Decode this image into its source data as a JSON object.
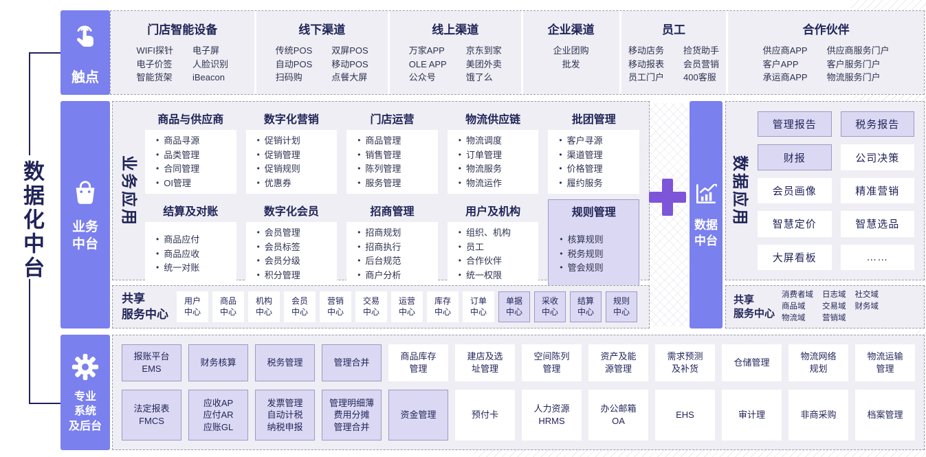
{
  "page": {
    "title": "数据化中台"
  },
  "colors": {
    "band_purple": "#7A80EE",
    "plus_purple": "#7C55D8",
    "highlight_fill": "#DBD8F3",
    "highlight_border": "#9D99C6",
    "panel_bg": "#EEEEF4",
    "navy_text": "#1F2357"
  },
  "touchpoints": {
    "label": "触点",
    "groups": [
      {
        "title": "门店智能设备",
        "cols": [
          [
            "WIFI探针",
            "电子价签",
            "智能货架"
          ],
          [
            "电子屏",
            "人脸识别",
            "iBeacon"
          ]
        ]
      },
      {
        "title": "线下渠道",
        "cols": [
          [
            "传统POS",
            "自动POS",
            "扫码购"
          ],
          [
            "双屏POS",
            "移动POS",
            "点餐大屏"
          ]
        ]
      },
      {
        "title": "线上渠道",
        "cols": [
          [
            "万家APP",
            "OLE APP",
            "公众号"
          ],
          [
            "京东到家",
            "美团外卖",
            "饿了么"
          ]
        ]
      },
      {
        "title": "企业渠道",
        "cols": [
          [
            "企业团购",
            "批发"
          ]
        ]
      },
      {
        "title": "员工",
        "cols": [
          [
            "移动店务",
            "移动报表",
            "员工门户"
          ],
          [
            "捡货助手",
            "会员营销",
            "400客服"
          ]
        ]
      },
      {
        "title": "合作伙伴",
        "cols": [
          [
            "供应商APP",
            "客户APP",
            "承运商APP"
          ],
          [
            "供应商服务门户",
            "客户服务门户",
            "物流服务门户"
          ]
        ]
      }
    ]
  },
  "business": {
    "label_lines": [
      "业务",
      "中台"
    ],
    "apps_label": "业务应用",
    "groups": [
      {
        "title": "商品与供应商",
        "items": [
          "商品寻源",
          "品类管理",
          "合同管理",
          "OI管理"
        ],
        "highlighted": false
      },
      {
        "title": "数字化营销",
        "items": [
          "促销计划",
          "促销管理",
          "促销规则",
          "优惠券"
        ],
        "highlighted": false
      },
      {
        "title": "门店运营",
        "items": [
          "商品管理",
          "销售管理",
          "陈列管理",
          "服务管理"
        ],
        "highlighted": false
      },
      {
        "title": "物流供应链",
        "items": [
          "物流调度",
          "订单管理",
          "物流服务",
          "物流运作"
        ],
        "highlighted": false
      },
      {
        "title": "批团管理",
        "items": [
          "客户寻源",
          "渠道管理",
          "价格管理",
          "履约服务"
        ],
        "highlighted": false
      },
      {
        "title": "结算及对账",
        "items": [
          "商品应付",
          "商品应收",
          "统一对账"
        ],
        "highlighted": false
      },
      {
        "title": "数字化会员",
        "items": [
          "会员管理",
          "会员标签",
          "会员分级",
          "积分管理"
        ],
        "highlighted": false
      },
      {
        "title": "招商管理",
        "items": [
          "招商规划",
          "招商执行",
          "后台规范",
          "商户分析"
        ],
        "highlighted": false
      },
      {
        "title": "用户及机构",
        "items": [
          "组织、机构",
          "员工",
          "合作伙伴",
          "统一权限"
        ],
        "highlighted": false
      },
      {
        "title": "规则管理",
        "items": [
          "核算规则",
          "税务规则",
          "管会规则"
        ],
        "highlighted": true
      }
    ],
    "shared": {
      "label_lines": [
        "共享",
        "服务中心"
      ],
      "centers": [
        {
          "name": "用户中心",
          "highlighted": false
        },
        {
          "name": "商品中心",
          "highlighted": false
        },
        {
          "name": "机构中心",
          "highlighted": false
        },
        {
          "name": "会员中心",
          "highlighted": false
        },
        {
          "name": "营销中心",
          "highlighted": false
        },
        {
          "name": "交易中心",
          "highlighted": false
        },
        {
          "name": "运营中心",
          "highlighted": false
        },
        {
          "name": "库存中心",
          "highlighted": false
        },
        {
          "name": "订单中心",
          "highlighted": false
        },
        {
          "name": "单据中心",
          "highlighted": true
        },
        {
          "name": "采收中心",
          "highlighted": true
        },
        {
          "name": "结算中心",
          "highlighted": true
        },
        {
          "name": "规则中心",
          "highlighted": true
        }
      ]
    }
  },
  "connector": {
    "plus": "+"
  },
  "data_platform": {
    "label_lines": [
      "数据",
      "中台"
    ],
    "apps_label": "数据应用",
    "cells": [
      {
        "label": "管理报告",
        "highlighted": true
      },
      {
        "label": "税务报告",
        "highlighted": true
      },
      {
        "label": "财报",
        "highlighted": true
      },
      {
        "label": "公司决策",
        "highlighted": false
      },
      {
        "label": "会员画像",
        "highlighted": false
      },
      {
        "label": "精准营销",
        "highlighted": false
      },
      {
        "label": "智慧定价",
        "highlighted": false
      },
      {
        "label": "智慧选品",
        "highlighted": false
      },
      {
        "label": "大屏看板",
        "highlighted": false
      },
      {
        "label": "……",
        "highlighted": false
      }
    ],
    "shared": {
      "label_lines": [
        "共享",
        "服务中心"
      ],
      "domain_columns": [
        [
          "消费者域",
          "商品域",
          "物流域"
        ],
        [
          "日志域",
          "交易域",
          "营销域"
        ],
        [
          "社交域",
          "财务域"
        ]
      ]
    }
  },
  "backend": {
    "label_lines": [
      "专业",
      "系统",
      "及后台"
    ],
    "rows": [
      [
        {
          "lines": [
            "报账平台",
            "EMS"
          ],
          "highlighted": true
        },
        {
          "lines": [
            "财务核算"
          ],
          "highlighted": true
        },
        {
          "lines": [
            "税务管理"
          ],
          "highlighted": true
        },
        {
          "lines": [
            "管理合并"
          ],
          "highlighted": true
        },
        {
          "lines": [
            "商品库存",
            "管理"
          ],
          "highlighted": false
        },
        {
          "lines": [
            "建店及选",
            "址管理"
          ],
          "highlighted": false
        },
        {
          "lines": [
            "空间陈列",
            "管理"
          ],
          "highlighted": false
        },
        {
          "lines": [
            "资产及能",
            "源管理"
          ],
          "highlighted": false
        },
        {
          "lines": [
            "需求预测",
            "及补货"
          ],
          "highlighted": false
        },
        {
          "lines": [
            "仓储管理"
          ],
          "highlighted": false
        },
        {
          "lines": [
            "物流网络",
            "规划"
          ],
          "highlighted": false
        },
        {
          "lines": [
            "物流运输",
            "管理"
          ],
          "highlighted": false
        }
      ],
      [
        {
          "lines": [
            "法定报表",
            "FMCS"
          ],
          "highlighted": true
        },
        {
          "lines": [
            "应收AP",
            "应付AR",
            "应账GL"
          ],
          "highlighted": true
        },
        {
          "lines": [
            "发票管理",
            "自动计税",
            "纳税申报"
          ],
          "highlighted": true
        },
        {
          "lines": [
            "管理明细薄",
            "费用分摊",
            "管理合并"
          ],
          "highlighted": true
        },
        {
          "lines": [
            "资金管理"
          ],
          "highlighted": true
        },
        {
          "lines": [
            "预付卡"
          ],
          "highlighted": false
        },
        {
          "lines": [
            "人力资源",
            "HRMS"
          ],
          "highlighted": false
        },
        {
          "lines": [
            "办公邮箱",
            "OA"
          ],
          "highlighted": false
        },
        {
          "lines": [
            "EHS"
          ],
          "highlighted": false
        },
        {
          "lines": [
            "审计理"
          ],
          "highlighted": false
        },
        {
          "lines": [
            "非商采购"
          ],
          "highlighted": false
        },
        {
          "lines": [
            "档案管理"
          ],
          "highlighted": false
        }
      ]
    ]
  }
}
